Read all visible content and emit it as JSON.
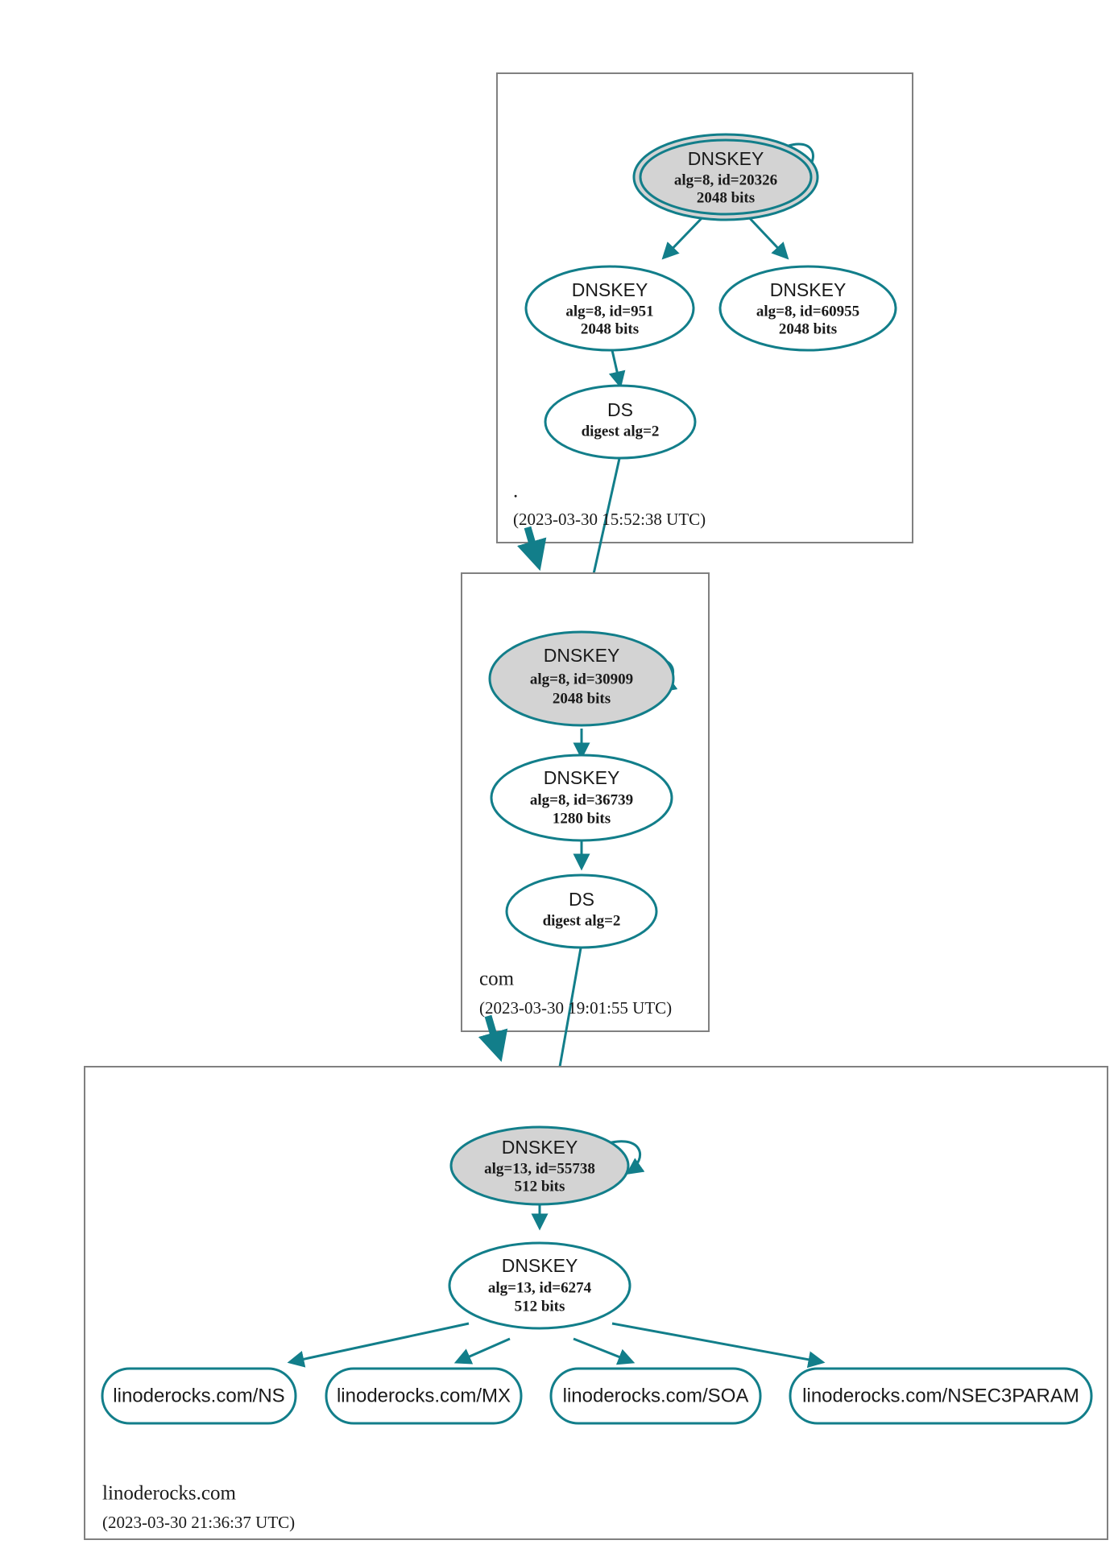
{
  "diagram": {
    "title": "DNSSEC Authentication Chain",
    "colors": {
      "accent": "#127e8a",
      "secure_fill": "#d3d3d3",
      "insecure_fill": "#ffffff",
      "zone_border": "#808080",
      "text": "#1a1a1a"
    }
  },
  "zones": [
    {
      "id": "root",
      "label": ".",
      "timestamp": "(2023-03-30 15:52:38 UTC)",
      "nodes": [
        {
          "id": "root-ksk",
          "kind": "dnskey-ksk",
          "title": "DNSKEY",
          "line2": "alg=8, id=20326",
          "line3": "2048 bits",
          "alg": "8",
          "key_id": "20326",
          "bits": "2048",
          "double_ring": true,
          "shaded": true,
          "self_signed": true
        },
        {
          "id": "root-zsk-951",
          "kind": "dnskey-zsk",
          "title": "DNSKEY",
          "line2": "alg=8, id=951",
          "line3": "2048 bits",
          "alg": "8",
          "key_id": "951",
          "bits": "2048",
          "double_ring": false,
          "shaded": false,
          "self_signed": false
        },
        {
          "id": "root-zsk-60955",
          "kind": "dnskey-zsk",
          "title": "DNSKEY",
          "line2": "alg=8, id=60955",
          "line3": "2048 bits",
          "alg": "8",
          "key_id": "60955",
          "bits": "2048",
          "double_ring": false,
          "shaded": false,
          "self_signed": false
        },
        {
          "id": "root-ds",
          "kind": "ds",
          "title": "DS",
          "line2": "digest alg=2",
          "digest_alg": "2",
          "double_ring": false,
          "shaded": false,
          "self_signed": false
        }
      ]
    },
    {
      "id": "com",
      "label": "com",
      "timestamp": "(2023-03-30 19:01:55 UTC)",
      "nodes": [
        {
          "id": "com-ksk",
          "kind": "dnskey-ksk",
          "title": "DNSKEY",
          "line2": "alg=8, id=30909",
          "line3": "2048 bits",
          "alg": "8",
          "key_id": "30909",
          "bits": "2048",
          "double_ring": false,
          "shaded": true,
          "self_signed": true
        },
        {
          "id": "com-zsk-36739",
          "kind": "dnskey-zsk",
          "title": "DNSKEY",
          "line2": "alg=8, id=36739",
          "line3": "1280 bits",
          "alg": "8",
          "key_id": "36739",
          "bits": "1280",
          "double_ring": false,
          "shaded": false,
          "self_signed": false
        },
        {
          "id": "com-ds",
          "kind": "ds",
          "title": "DS",
          "line2": "digest alg=2",
          "digest_alg": "2",
          "double_ring": false,
          "shaded": false,
          "self_signed": false
        }
      ]
    },
    {
      "id": "linoderocks",
      "label": "linoderocks.com",
      "timestamp": "(2023-03-30 21:36:37 UTC)",
      "nodes": [
        {
          "id": "lr-ksk",
          "kind": "dnskey-ksk",
          "title": "DNSKEY",
          "line2": "alg=13, id=55738",
          "line3": "512 bits",
          "alg": "13",
          "key_id": "55738",
          "bits": "512",
          "double_ring": false,
          "shaded": true,
          "self_signed": true
        },
        {
          "id": "lr-zsk-6274",
          "kind": "dnskey-zsk",
          "title": "DNSKEY",
          "line2": "alg=13, id=6274",
          "line3": "512 bits",
          "alg": "13",
          "key_id": "6274",
          "bits": "512",
          "double_ring": false,
          "shaded": false,
          "self_signed": false
        }
      ],
      "rrsets": [
        {
          "id": "rr-ns",
          "label": "linoderocks.com/NS"
        },
        {
          "id": "rr-mx",
          "label": "linoderocks.com/MX"
        },
        {
          "id": "rr-soa",
          "label": "linoderocks.com/SOA"
        },
        {
          "id": "rr-nsec3param",
          "label": "linoderocks.com/NSEC3PARAM"
        }
      ]
    }
  ]
}
